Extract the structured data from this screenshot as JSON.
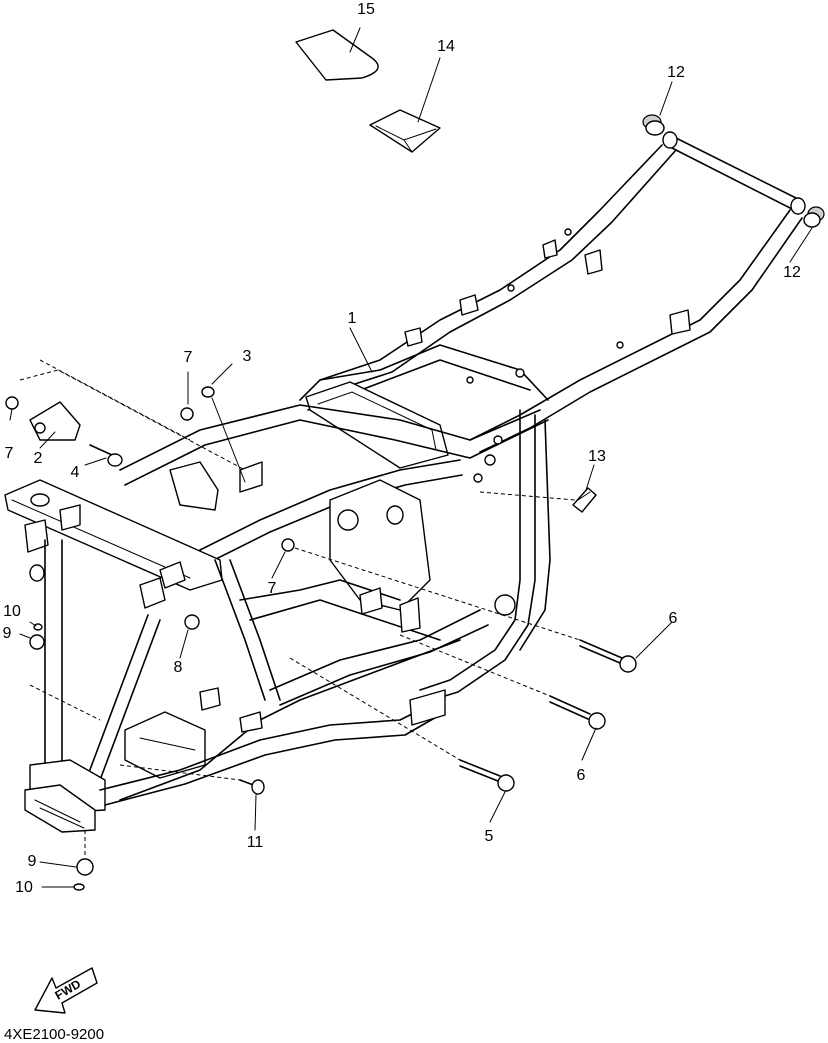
{
  "diagram_code": "4XE2100-9200",
  "direction_label": "FWD",
  "callouts": [
    "15",
    "14",
    "12",
    "12",
    "1",
    "7",
    "3",
    "7",
    "2",
    "4",
    "13",
    "7",
    "10",
    "9",
    "8",
    "6",
    "6",
    "5",
    "11",
    "9",
    "10"
  ]
}
